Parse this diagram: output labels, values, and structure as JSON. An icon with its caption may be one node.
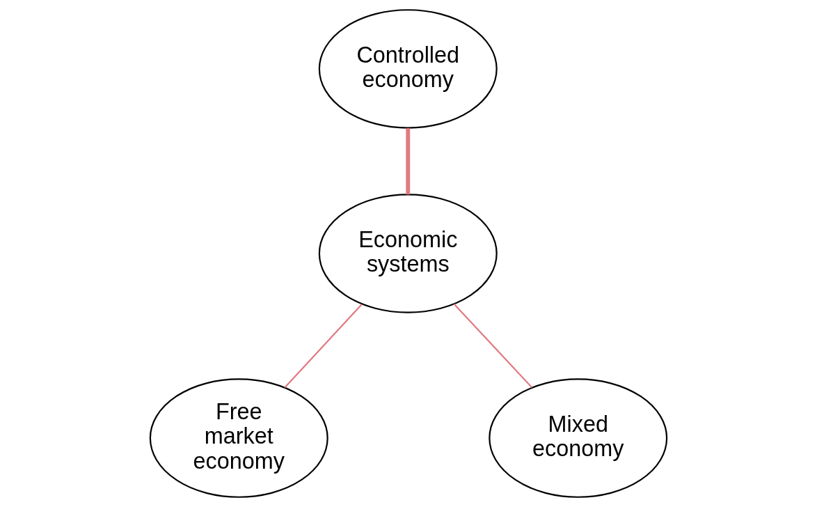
{
  "diagram": {
    "nodes": [
      {
        "text": [
          "Controlled economy"
        ]
      },
      {
        "text": [
          "Economic systems"
        ]
      },
      {
        "text": [
          "Free market economy"
        ]
      },
      {
        "text": [
          "Mixed economy"
        ]
      }
    ],
    "edges": [
      {
        "from": 0,
        "to": 1,
        "arrow": "none",
        "style": "thick"
      },
      {
        "from": 1,
        "to": 2,
        "arrow": "none"
      },
      {
        "from": 1,
        "to": 3,
        "arrow": "none"
      }
    ]
  }
}
